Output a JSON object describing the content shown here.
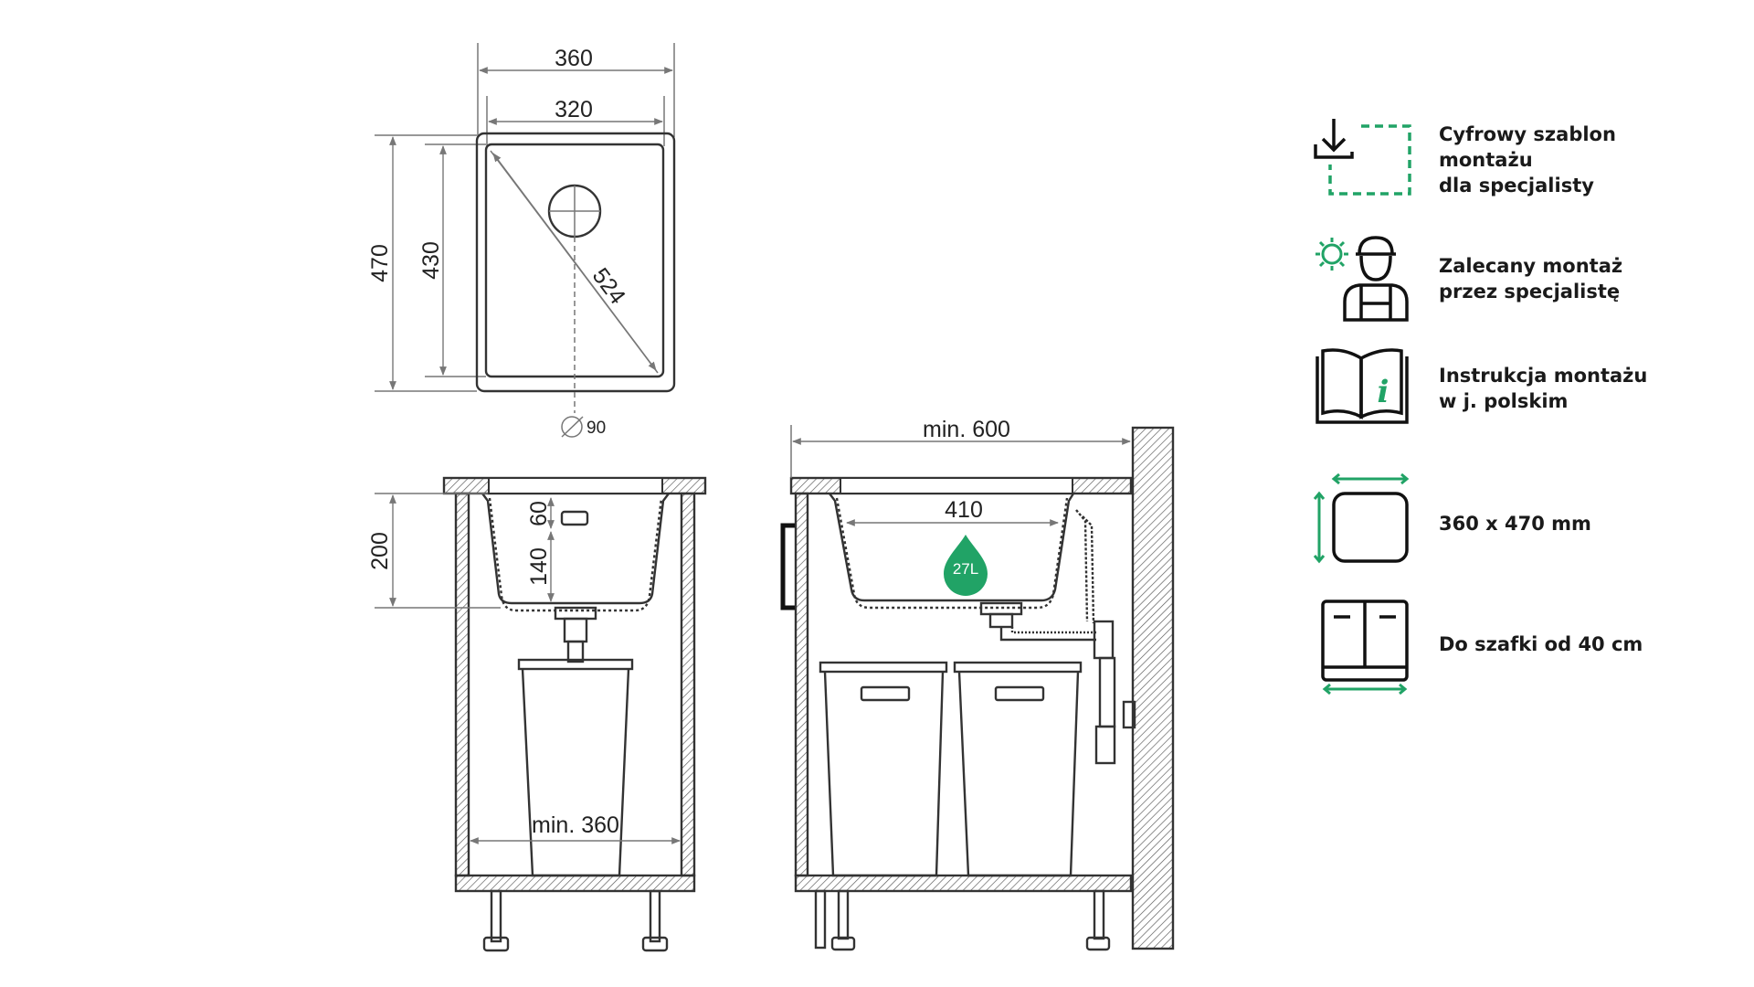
{
  "top_view": {
    "outer_width": "360",
    "inner_width": "320",
    "outer_height": "470",
    "inner_height": "430",
    "diagonal": "524",
    "drain": "90"
  },
  "front_view": {
    "depth": "200",
    "rim": "60",
    "bowl": "140",
    "min_cabinet": "min. 360"
  },
  "side_view": {
    "min_depth": "min. 600",
    "bowl_width": "410",
    "capacity": "27L"
  },
  "features": [
    {
      "icon": "download-template-icon",
      "text": "Cyfrowy szablon\nmontażu\ndla specjalisty"
    },
    {
      "icon": "installer-worker-icon",
      "text": "Zalecany montaż\nprzez specjalistę"
    },
    {
      "icon": "manual-book-icon",
      "text": "Instrukcja montażu\nw j. polskim"
    },
    {
      "icon": "dimensions-icon",
      "text": "360 x 470 mm"
    },
    {
      "icon": "cabinet-icon",
      "text": "Do szafki od 40 cm"
    }
  ],
  "colors": {
    "accent": "#21a366",
    "line": "#333333",
    "dimension": "#777777"
  }
}
